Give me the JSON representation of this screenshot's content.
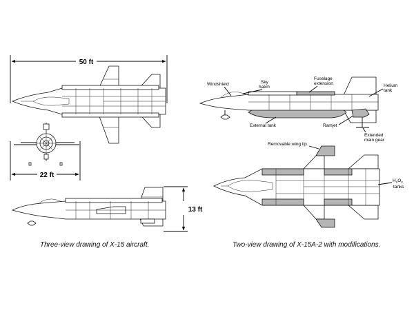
{
  "dimensions": {
    "length": "50 ft",
    "span": "22 ft",
    "height": "13 ft"
  },
  "callouts": {
    "windshield": "Windshield",
    "sky_hatch_line1": "Sky",
    "sky_hatch_line2": "hatch",
    "fuselage_extension_line1": "Fuselage",
    "fuselage_extension_line2": "extension",
    "helium_tank_line1": "Helium",
    "helium_tank_line2": "tank",
    "external_tank": "External tank",
    "ramjet": "Ramjet",
    "extended_main_gear_line1": "Extended",
    "extended_main_gear_line2": "main gear",
    "removable_wing_tip": "Removable wing tip",
    "h2o2_prefix": "H",
    "h2o2_sub1": "2",
    "h2o2_mid": "O",
    "h2o2_sub2": "2",
    "h2o2_line2": "tanks"
  },
  "captions": {
    "left": "Three-view drawing of X-15 aircraft.",
    "right": "Two-view drawing of X-15A-2 with modifications."
  },
  "colors": {
    "line": "#000000",
    "modification_fill": "#b5b5b5"
  }
}
